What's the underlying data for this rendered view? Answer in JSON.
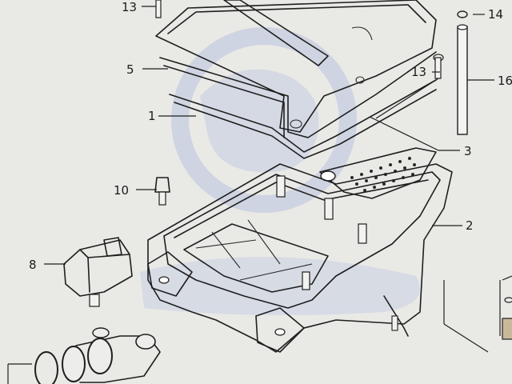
{
  "diagram": {
    "callouts": [
      {
        "id": "13a",
        "label": "13"
      },
      {
        "id": "14",
        "label": "14"
      },
      {
        "id": "5",
        "label": "5"
      },
      {
        "id": "13b",
        "label": "13"
      },
      {
        "id": "16",
        "label": "16"
      },
      {
        "id": "1",
        "label": "1"
      },
      {
        "id": "3",
        "label": "3"
      },
      {
        "id": "10",
        "label": "10"
      },
      {
        "id": "2",
        "label": "2"
      },
      {
        "id": "8",
        "label": "8"
      }
    ]
  },
  "colors": {
    "paper": "#e9e9e6",
    "ink": "#1f1f1f",
    "watermark": "#b9c3dd"
  }
}
